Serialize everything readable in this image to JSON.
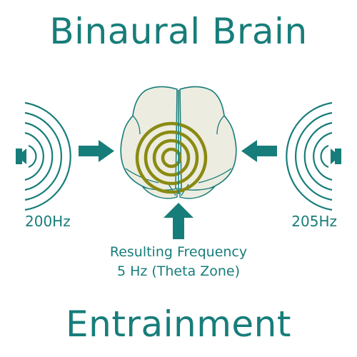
{
  "title_top": "Binaural Brain",
  "title_bottom": "Entrainment",
  "left_frequency": "200Hz",
  "right_frequency": "205Hz",
  "result_line1": "Resulting Frequency",
  "result_line2": "5 Hz (Theta Zone)",
  "colors": {
    "teal": "#177d7a",
    "brain_fill": "#ecece0",
    "rings": "#8a8a12"
  },
  "icons": [
    "left-speaker-icon",
    "right-speaker-icon",
    "brain-icon",
    "arrow-right-icon",
    "arrow-left-icon",
    "arrow-up-icon"
  ]
}
